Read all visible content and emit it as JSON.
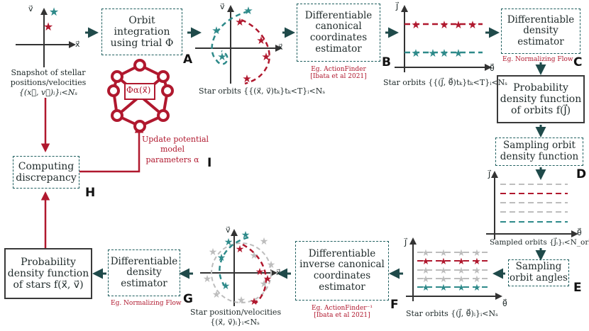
{
  "steps": {
    "snapshot": {
      "line1": "Snapshot of stellar",
      "line2": "positions/velocities",
      "math": "{(x⃗, v⃗)ᵢ}ᵢ<Nₛ"
    },
    "orbit_integration": {
      "line1": "Orbit",
      "line2": "integration",
      "line3": "using trial Φ",
      "letter": "A"
    },
    "diff_canonical": {
      "line1": "Differentiable",
      "line2": "canonical",
      "line3": "coordinates",
      "line4": "estimator",
      "ref1": "Eg. ActionFinder",
      "ref2": "[Ibata et al 2021]",
      "letter": "B"
    },
    "diff_density_top": {
      "line1": "Differentiable",
      "line2": "density",
      "line3": "estimator",
      "ref": "Eg. Normalizing Flow",
      "letter": "C"
    },
    "prob_orbits": {
      "line1": "Probability",
      "line2": "density function",
      "line3": "of orbits f(J⃗)"
    },
    "sampling_orbit": {
      "line1": "Sampling orbit",
      "line2": "density function",
      "letter": "D"
    },
    "sampling_angles": {
      "line1": "Sampling",
      "line2": "orbit angles",
      "letter": "E"
    },
    "diff_inverse": {
      "line1": "Differentiable",
      "line2": "inverse canonical",
      "line3": "coordinates",
      "line4": "estimator",
      "ref1": "Eg. ActionFinder⁻¹",
      "ref2": "[Ibata et al 2021]",
      "letter": "F"
    },
    "diff_density_bottom": {
      "line1": "Differentiable",
      "line2": "density",
      "line3": "estimator",
      "ref": "Eg. Normalizing Flow",
      "letter": "G"
    },
    "prob_stars": {
      "line1": "Probability",
      "line2": "density function",
      "line3": "of stars f(x⃗, v⃗)"
    },
    "discrepancy": {
      "line1": "Computing",
      "line2": "discrepancy",
      "letter": "H"
    },
    "update": {
      "line1": "Update potential",
      "line2": "model",
      "line3": "parameters α",
      "letter": "I"
    }
  },
  "network_label": "Φα(x⃗)",
  "captions": {
    "star_orbits_A": "Star orbits {{(x⃗, v⃗)tₖ}tₖ<T}ᵢ<Nₛ",
    "star_orbits_B": "Star orbits {{(J⃗, θ⃗)tₖ}tₖ<T}ᵢ<Nₛ",
    "sampled_orbits": "Sampled orbits {J⃗ᵢ}ᵢ<N_orbits",
    "star_orbits_F": "Star orbits {(J⃗, θ⃗)ᵢ}ᵢ<Nₛ",
    "star_posvel": "Star position/velocities",
    "star_posvel_math": "{(x⃗, v⃗)ᵢ}ᵢ<Nₛ"
  },
  "axes": {
    "x": "x⃗",
    "v": "v⃗",
    "J": "J⃗",
    "theta": "θ⃗"
  },
  "colors": {
    "teal": "#2e8a8a",
    "red": "#b0182e",
    "grey": "#bdbdbd",
    "arrow": "#1f4a4a",
    "red_arrow": "#b0182e"
  }
}
